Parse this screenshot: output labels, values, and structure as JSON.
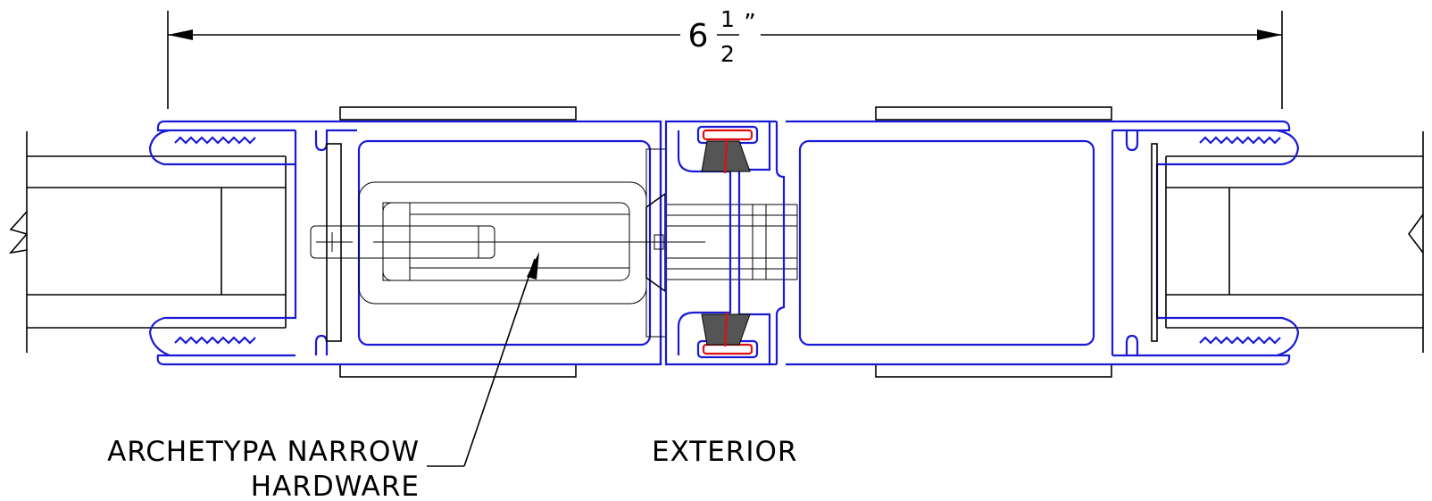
{
  "dimension": {
    "whole": "6",
    "numerator": "1",
    "denominator": "2",
    "inch_mark": "”"
  },
  "labels": {
    "hardware_line1": "ARCHETYPA NARROW",
    "hardware_line2": "HARDWARE",
    "exterior": "EXTERIOR"
  },
  "colors": {
    "frame_profile": "#1a1ad6",
    "weather_seal": "#e01010",
    "linework": "#000000"
  }
}
